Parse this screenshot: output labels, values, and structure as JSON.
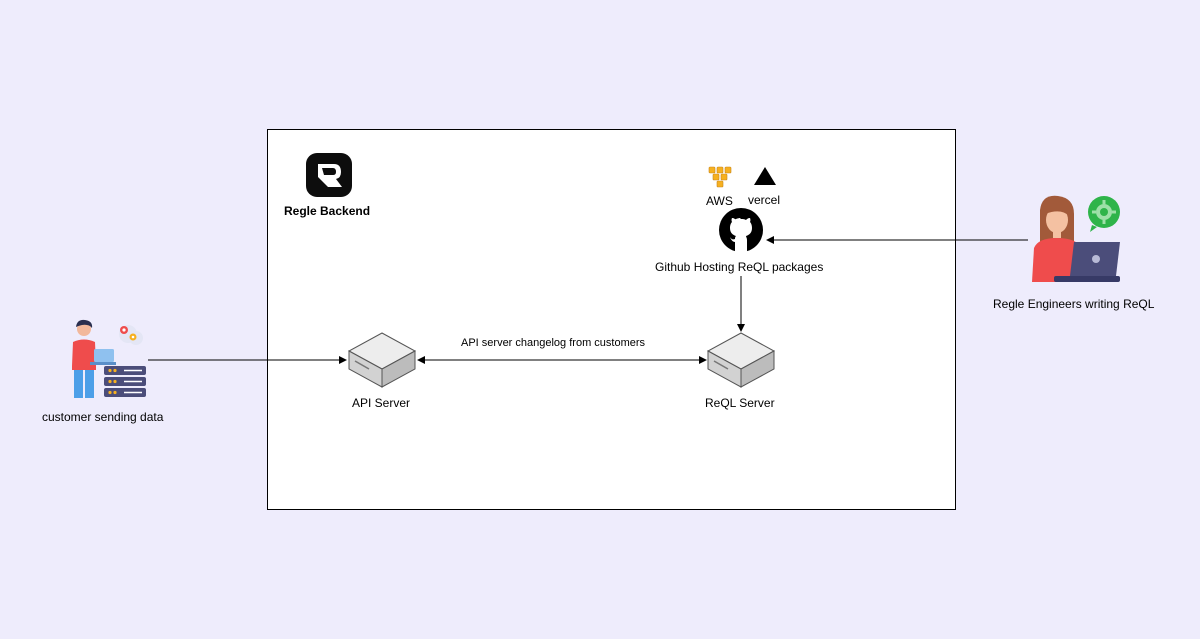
{
  "backend": {
    "title": "Regle Backend",
    "logo_icon": "regle-logo-icon"
  },
  "hosting": {
    "aws_label": "AWS",
    "vercel_label": "vercel",
    "github_label": "Github Hosting ReQL packages"
  },
  "nodes": {
    "customer_label": "customer sending data",
    "api_server_label": "API Server",
    "reql_server_label": "ReQL Server",
    "engineers_label": "Regle Engineers writing ReQL"
  },
  "edges": {
    "api_reql_label": "API server changelog from customers"
  },
  "colors": {
    "background": "#eeecfc",
    "box_border": "#000000",
    "aws_orange": "#f6b020",
    "person_red": "#ef4c4c",
    "laptop_purple": "#4b4d7a",
    "gear_green": "#2fb44a"
  }
}
